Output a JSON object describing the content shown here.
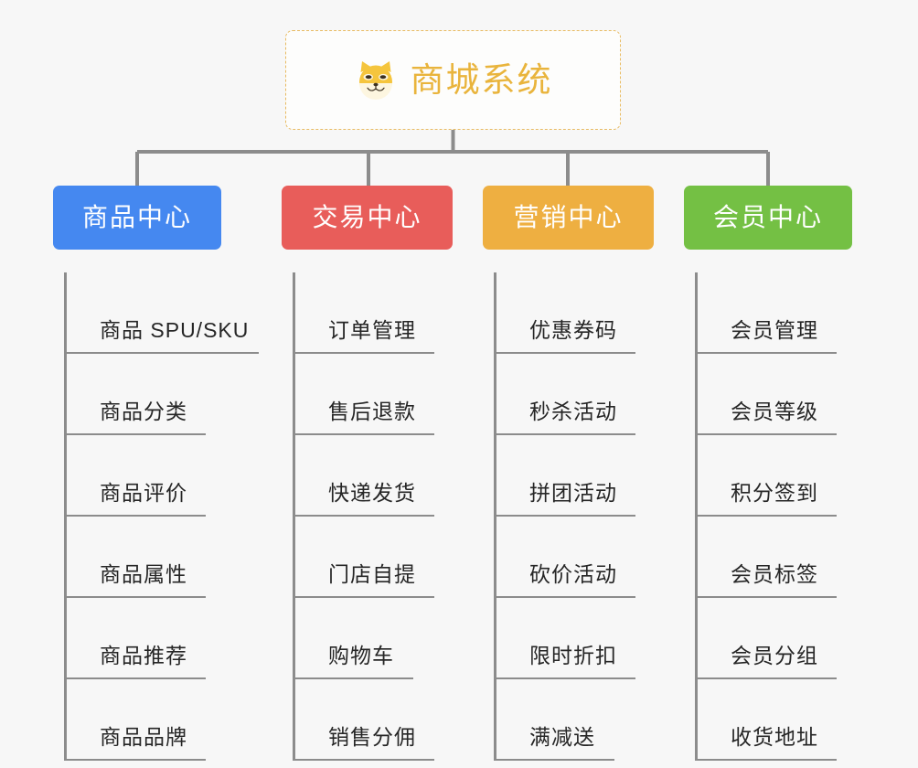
{
  "root": {
    "title": "商城系统",
    "icon": "shiba-dog-icon",
    "title_color": "#e9b43c",
    "border_color": "#e8bb62"
  },
  "columns": [
    {
      "title": "商品中心",
      "color": "#4588f0",
      "items": [
        "商品 SPU/SKU",
        "商品分类",
        "商品评价",
        "商品属性",
        "商品推荐",
        "商品品牌"
      ]
    },
    {
      "title": "交易中心",
      "color": "#e85d5a",
      "items": [
        "订单管理",
        "售后退款",
        "快递发货",
        "门店自提",
        "购物车",
        "销售分佣"
      ]
    },
    {
      "title": "营销中心",
      "color": "#eeaf41",
      "items": [
        "优惠券码",
        "秒杀活动",
        "拼团活动",
        "砍价活动",
        "限时折扣",
        "满减送"
      ]
    },
    {
      "title": "会员中心",
      "color": "#74c044",
      "items": [
        "会员管理",
        "会员等级",
        "积分签到",
        "会员标签",
        "会员分组",
        "收货地址"
      ]
    }
  ],
  "connector_color": "#8c8c8c",
  "background_color": "#f7f7f7"
}
